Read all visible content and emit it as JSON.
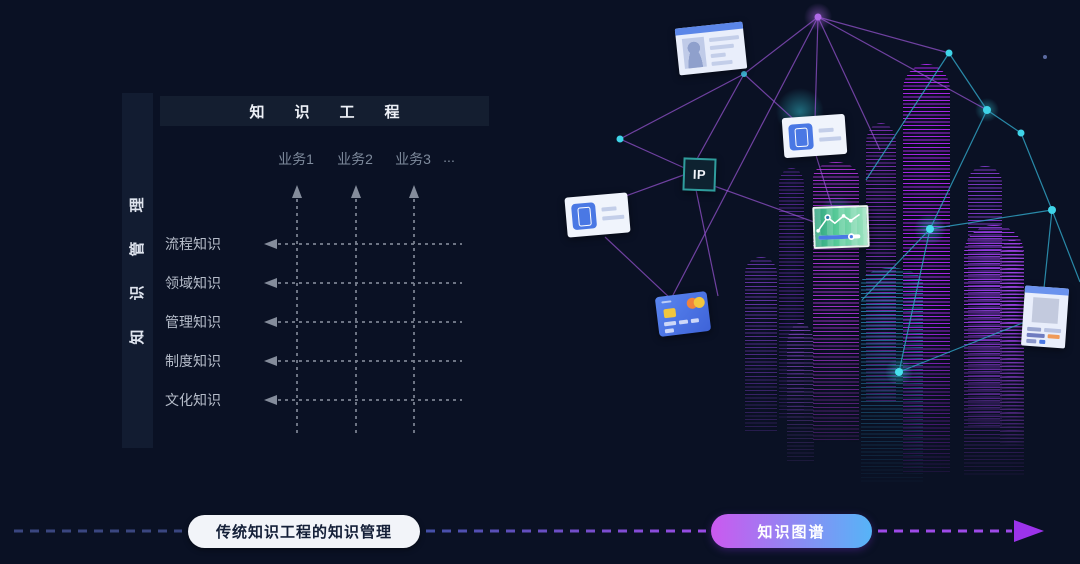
{
  "matrix": {
    "title": "知识工程",
    "vertical_label_chars": [
      "理",
      "管",
      "识",
      "知"
    ],
    "columns": [
      "业务1",
      "业务2",
      "业务3",
      "..."
    ],
    "rows": [
      "流程知识",
      "领域知识",
      "管理知识",
      "制度知识",
      "文化知识"
    ]
  },
  "network": {
    "ip_label": "IP",
    "icons": [
      "id-card",
      "phone-card",
      "phone-card",
      "ip-badge",
      "line-chart-card",
      "credit-card",
      "portrait-id-card"
    ]
  },
  "timeline": {
    "left_label": "传统知识工程的知识管理",
    "right_label": "知识图谱"
  },
  "colors": {
    "background": "#0a1124",
    "panel": "#121c31",
    "grid_gray": "#78808f",
    "accent_purple": "#9c4ae8",
    "accent_cyan": "#2fd4e8",
    "pill_gradient_start": "#cb59ef",
    "pill_gradient_end": "#56b4f7",
    "white_pill": "#f2f4f9"
  }
}
